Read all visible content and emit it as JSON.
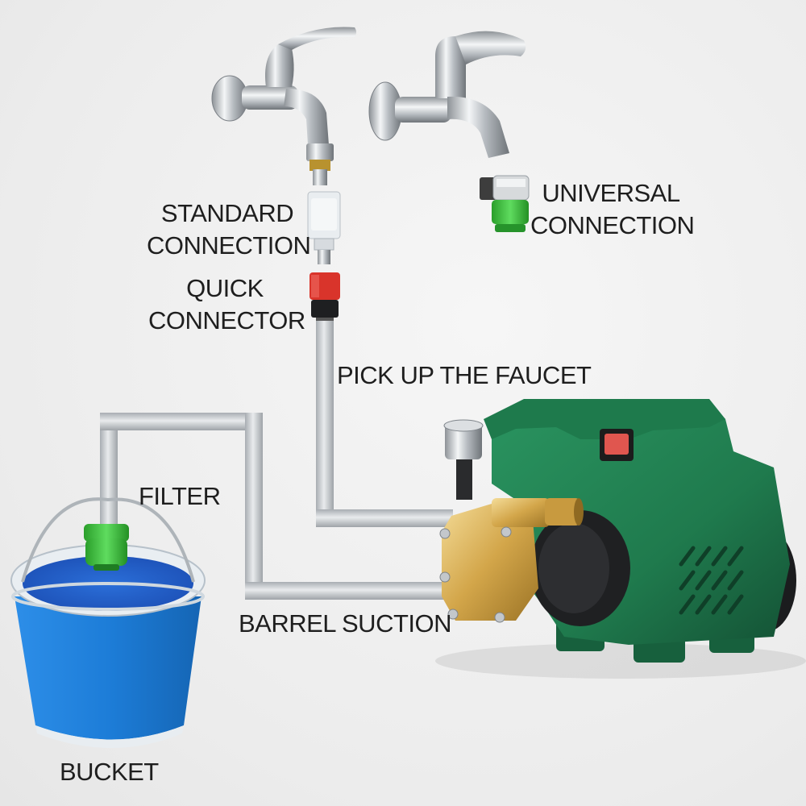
{
  "labels": {
    "standard_connection": [
      "STANDARD",
      "CONNECTION"
    ],
    "quick_connector": [
      "QUICK",
      "CONNECTOR"
    ],
    "universal_connection": [
      "UNIVERSAL",
      "CONNECTION"
    ],
    "pick_up_faucet": "PICK UP THE FAUCET",
    "filter": "FILTER",
    "barrel_suction": "BARREL SUCTION",
    "bucket": "BUCKET"
  },
  "colors": {
    "background": "#ececec",
    "pipe": "#c9ccd0",
    "pump_green": "#1f7a4d",
    "pump_dark": "#155c39",
    "brass": "#d8b15a",
    "bucket_blue": "#1f7fd6",
    "fitting_green": "#3bbf3b",
    "connector_red": "#d9342b",
    "chrome": "#c4c8cc"
  }
}
